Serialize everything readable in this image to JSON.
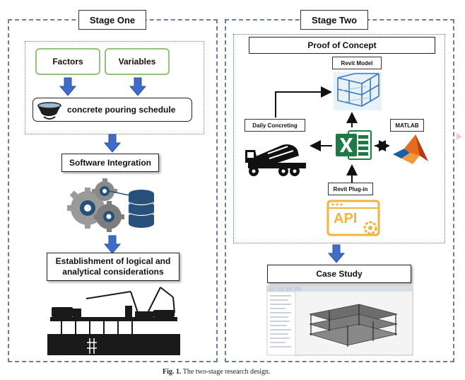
{
  "stage_one": {
    "title": "Stage One",
    "factors_label": "Factors",
    "variables_label": "Variables",
    "schedule_label": "concrete pouring schedule",
    "software_integration_label": "Software Integration",
    "establishment_label": "Establishment of logical and analytical considerations"
  },
  "stage_two": {
    "title": "Stage Two",
    "proof_label": "Proof of Concept",
    "revit_model_label": "Revit Model",
    "daily_concreting_label": "Daily Concreting",
    "matlab_label": "MATLAB",
    "revit_plugin_label": "Revit Plug-in",
    "api_text": "API",
    "case_study_label": "Case Study"
  },
  "caption": {
    "prefix": "Fig. 1.",
    "text": "The two-stage research design."
  },
  "colors": {
    "frame": "#6a7fa8",
    "arrow_blue": "#3f6cc7",
    "green_border": "#8fc47a",
    "excel_green": "#1e7a45",
    "api_orange": "#f0b43c"
  }
}
